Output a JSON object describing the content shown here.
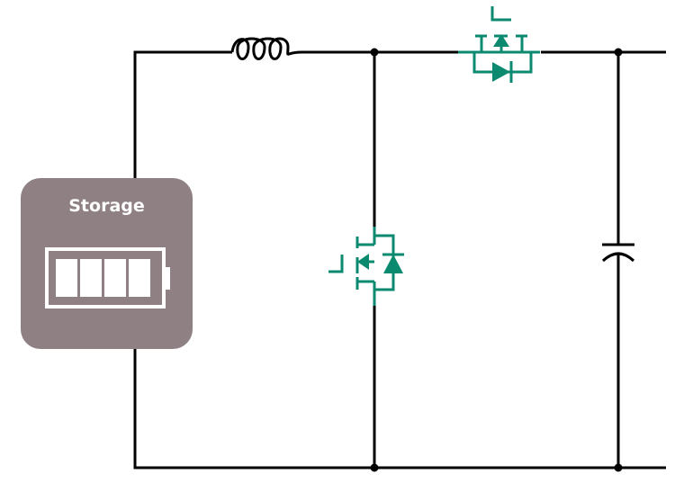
{
  "storage": {
    "label": "Storage",
    "icon": "battery-icon",
    "charge_cells": 4
  },
  "colors": {
    "wire": "#000000",
    "mosfet": "#0b8a70",
    "storage_bg": "#8e8083",
    "battery": "#ffffff"
  },
  "components": [
    "inductor",
    "high-side-mosfet",
    "low-side-mosfet",
    "output-capacitor"
  ]
}
